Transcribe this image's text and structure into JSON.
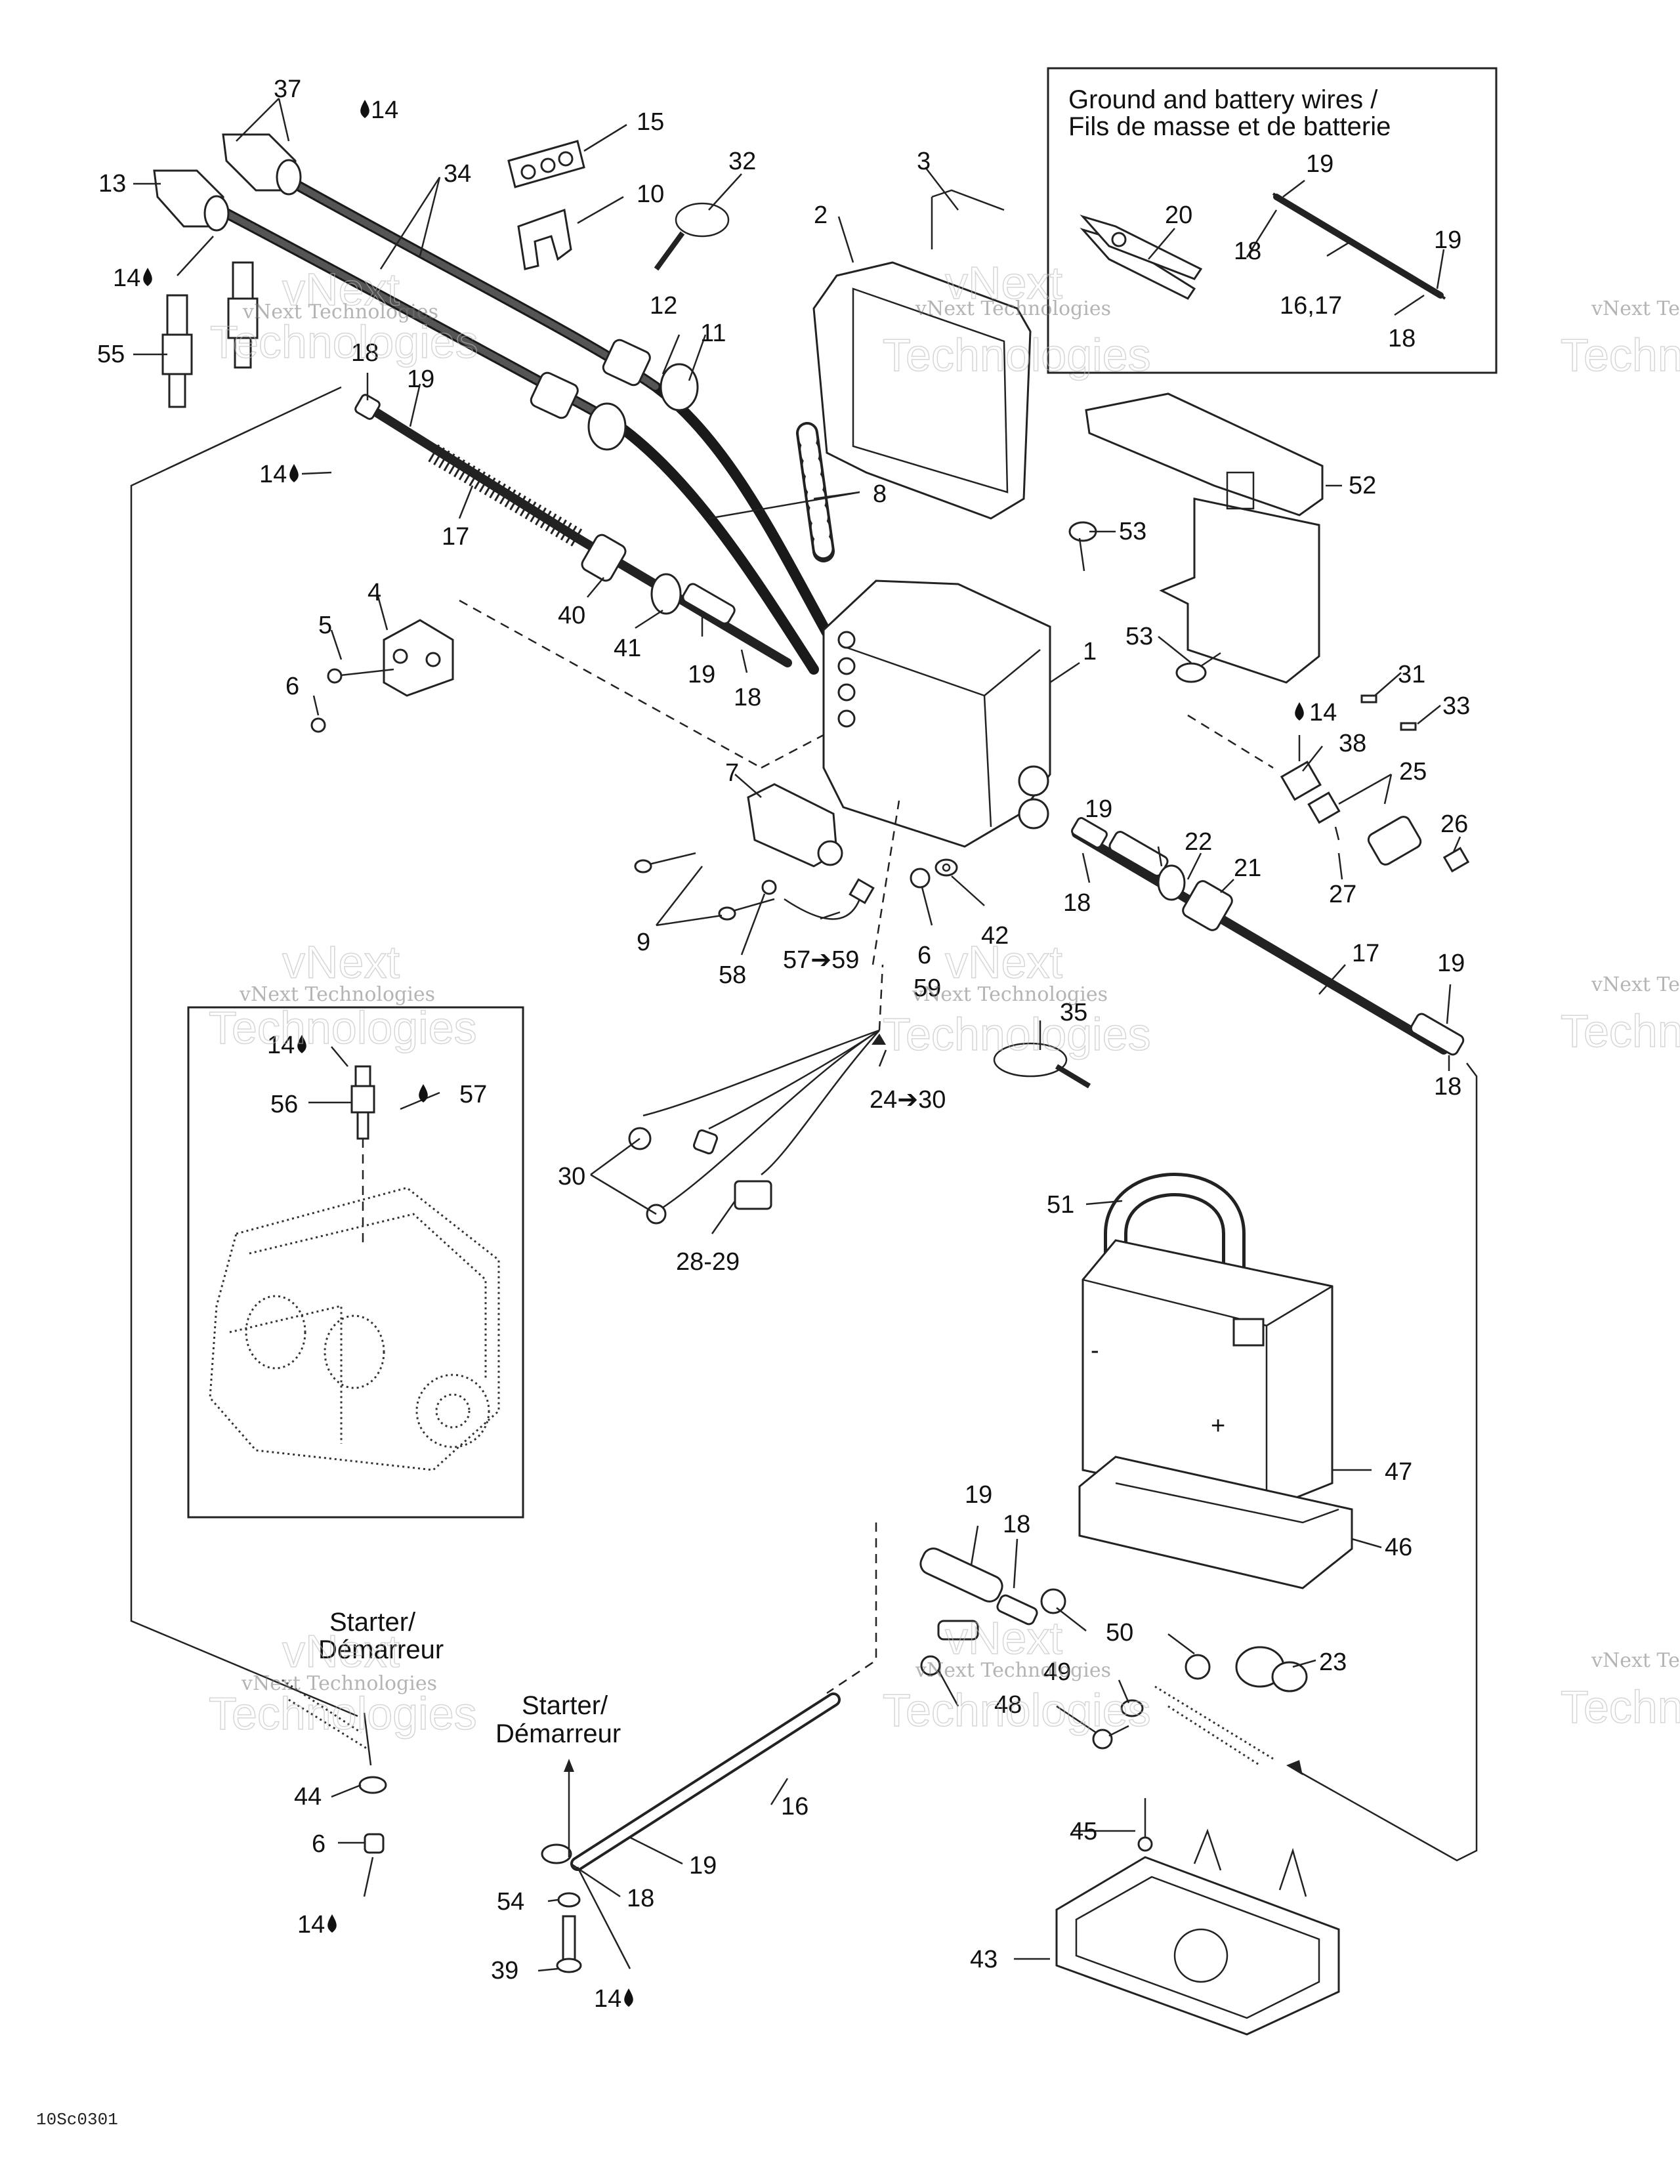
{
  "diagram": {
    "callouts": [
      {
        "id": "c37",
        "text": "37"
      },
      {
        "id": "c14a",
        "text": "14"
      },
      {
        "id": "c13",
        "text": "13"
      },
      {
        "id": "c14b",
        "text": "14"
      },
      {
        "id": "c15",
        "text": "15"
      },
      {
        "id": "c34",
        "text": "34"
      },
      {
        "id": "c10",
        "text": "10"
      },
      {
        "id": "c32",
        "text": "32"
      },
      {
        "id": "c3",
        "text": "3"
      },
      {
        "id": "c2",
        "text": "2"
      },
      {
        "id": "c55",
        "text": "55"
      },
      {
        "id": "c18a",
        "text": "18"
      },
      {
        "id": "c19a",
        "text": "19"
      },
      {
        "id": "c12",
        "text": "12"
      },
      {
        "id": "c11",
        "text": "11"
      },
      {
        "id": "c14c",
        "text": "14"
      },
      {
        "id": "c17a",
        "text": "17"
      },
      {
        "id": "c8",
        "text": "8"
      },
      {
        "id": "c52",
        "text": "52"
      },
      {
        "id": "c53a",
        "text": "53"
      },
      {
        "id": "c4",
        "text": "4"
      },
      {
        "id": "c5",
        "text": "5"
      },
      {
        "id": "c40",
        "text": "40"
      },
      {
        "id": "c41",
        "text": "41"
      },
      {
        "id": "c19b",
        "text": "19"
      },
      {
        "id": "c18b",
        "text": "18"
      },
      {
        "id": "c1",
        "text": "1"
      },
      {
        "id": "c53b",
        "text": "53"
      },
      {
        "id": "c6a",
        "text": "6"
      },
      {
        "id": "c31",
        "text": "31"
      },
      {
        "id": "c14d",
        "text": "14"
      },
      {
        "id": "c33",
        "text": "33"
      },
      {
        "id": "c38",
        "text": "38"
      },
      {
        "id": "c7",
        "text": "7"
      },
      {
        "id": "c25",
        "text": "25"
      },
      {
        "id": "c19c",
        "text": "19"
      },
      {
        "id": "c26",
        "text": "26"
      },
      {
        "id": "c22",
        "text": "22"
      },
      {
        "id": "c21",
        "text": "21"
      },
      {
        "id": "c27",
        "text": "27"
      },
      {
        "id": "c18c",
        "text": "18"
      },
      {
        "id": "c9",
        "text": "9"
      },
      {
        "id": "c58",
        "text": "58"
      },
      {
        "id": "c57_59",
        "text": "57➔59"
      },
      {
        "id": "c6b",
        "text": "6"
      },
      {
        "id": "c42",
        "text": "42"
      },
      {
        "id": "c17b",
        "text": "17"
      },
      {
        "id": "c19d",
        "text": "19"
      },
      {
        "id": "c59",
        "text": "59"
      },
      {
        "id": "c35",
        "text": "35"
      },
      {
        "id": "c18d",
        "text": "18"
      },
      {
        "id": "c14e",
        "text": "14"
      },
      {
        "id": "c56",
        "text": "56"
      },
      {
        "id": "c57",
        "text": "57"
      },
      {
        "id": "c24_30",
        "text": "24➔30"
      },
      {
        "id": "c30",
        "text": "30"
      },
      {
        "id": "c28_29",
        "text": "28-29"
      },
      {
        "id": "c51",
        "text": "51"
      },
      {
        "id": "c47",
        "text": "47"
      },
      {
        "id": "c46",
        "text": "46"
      },
      {
        "id": "c19e",
        "text": "19"
      },
      {
        "id": "c18e",
        "text": "18"
      },
      {
        "id": "c50",
        "text": "50"
      },
      {
        "id": "c23",
        "text": "23"
      },
      {
        "id": "c49",
        "text": "49"
      },
      {
        "id": "c48",
        "text": "48"
      },
      {
        "id": "c44",
        "text": "44"
      },
      {
        "id": "c6c",
        "text": "6"
      },
      {
        "id": "c14f",
        "text": "14"
      },
      {
        "id": "c16a",
        "text": "16"
      },
      {
        "id": "c19f",
        "text": "19"
      },
      {
        "id": "c18f",
        "text": "18"
      },
      {
        "id": "c54",
        "text": "54"
      },
      {
        "id": "c39",
        "text": "39"
      },
      {
        "id": "c14g",
        "text": "14"
      },
      {
        "id": "c45",
        "text": "45"
      },
      {
        "id": "c43",
        "text": "43"
      },
      {
        "id": "c20",
        "text": "20"
      },
      {
        "id": "c19g",
        "text": "19"
      },
      {
        "id": "c18g",
        "text": "18"
      },
      {
        "id": "c16_17",
        "text": "16,17"
      },
      {
        "id": "c19h",
        "text": "19"
      },
      {
        "id": "c18h",
        "text": "18"
      }
    ],
    "inset_title_line1": "Ground and battery wires /",
    "inset_title_line2": "Fils de masse et de batterie",
    "starter_left_line1": "Starter/",
    "starter_left_line2": "Démarreur",
    "starter_mid_line1": "Starter/",
    "starter_mid_line2": "Démarreur",
    "battery_minus": "-",
    "battery_plus": "+",
    "figure_code": "10Sc0301",
    "watermark_small": "vNext Technologies",
    "watermark_big": "Technologies",
    "watermark_big2": "vNext",
    "watermark_edge": "vNext Te",
    "watermark_edge2": "Techn"
  }
}
